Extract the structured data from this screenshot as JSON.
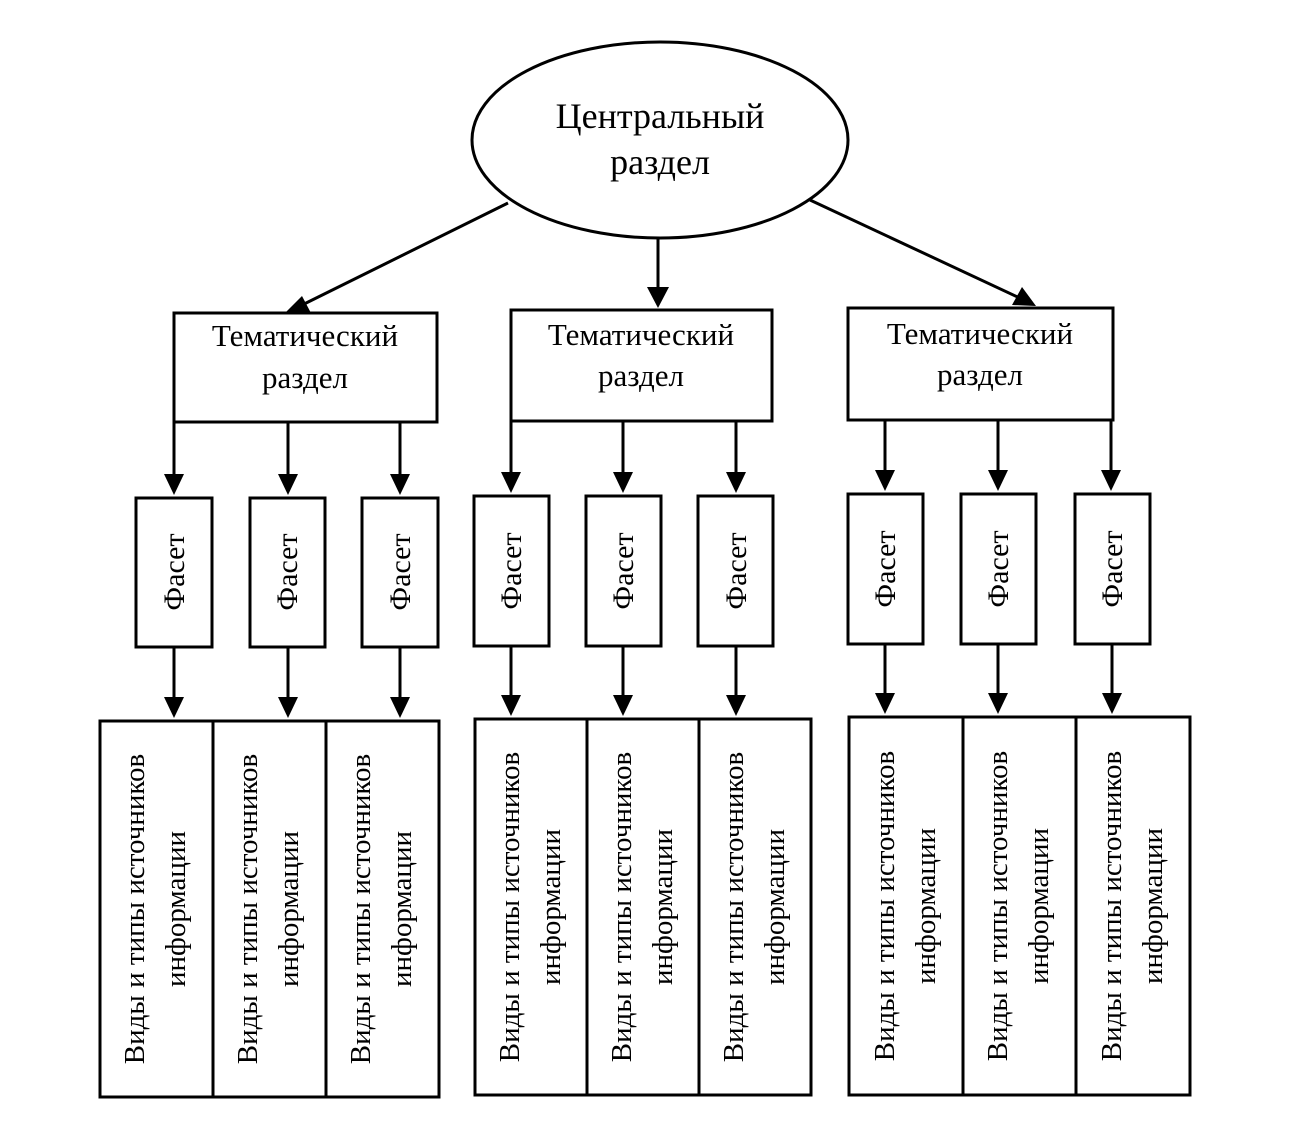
{
  "colors": {
    "stroke": "#000000",
    "fill": "#ffffff",
    "text": "#000000"
  },
  "central": {
    "lines": [
      "Центральный",
      "раздел"
    ]
  },
  "topics": [
    {
      "lines": [
        "Тематический",
        "раздел"
      ],
      "facets": [
        {
          "label": "Фасет",
          "source": [
            "Виды и типы источников",
            "информации"
          ]
        },
        {
          "label": "Фасет",
          "source": [
            "Виды и типы источников",
            "информации"
          ]
        },
        {
          "label": "Фасет",
          "source": [
            "Виды и типы источников",
            "информации"
          ]
        }
      ]
    },
    {
      "lines": [
        "Тематический",
        "раздел"
      ],
      "facets": [
        {
          "label": "Фасет",
          "source": [
            "Виды и типы источников",
            "информации"
          ]
        },
        {
          "label": "Фасет",
          "source": [
            "Виды и типы источников",
            "информации"
          ]
        },
        {
          "label": "Фасет",
          "source": [
            "Виды и типы источников",
            "информации"
          ]
        }
      ]
    },
    {
      "lines": [
        "Тематический",
        "раздел"
      ],
      "facets": [
        {
          "label": "Фасет",
          "source": [
            "Виды и типы источников",
            "информации"
          ]
        },
        {
          "label": "Фасет",
          "source": [
            "Виды и типы источников",
            "информации"
          ]
        },
        {
          "label": "Фасет",
          "source": [
            "Виды и типы источников",
            "информации"
          ]
        }
      ]
    }
  ]
}
